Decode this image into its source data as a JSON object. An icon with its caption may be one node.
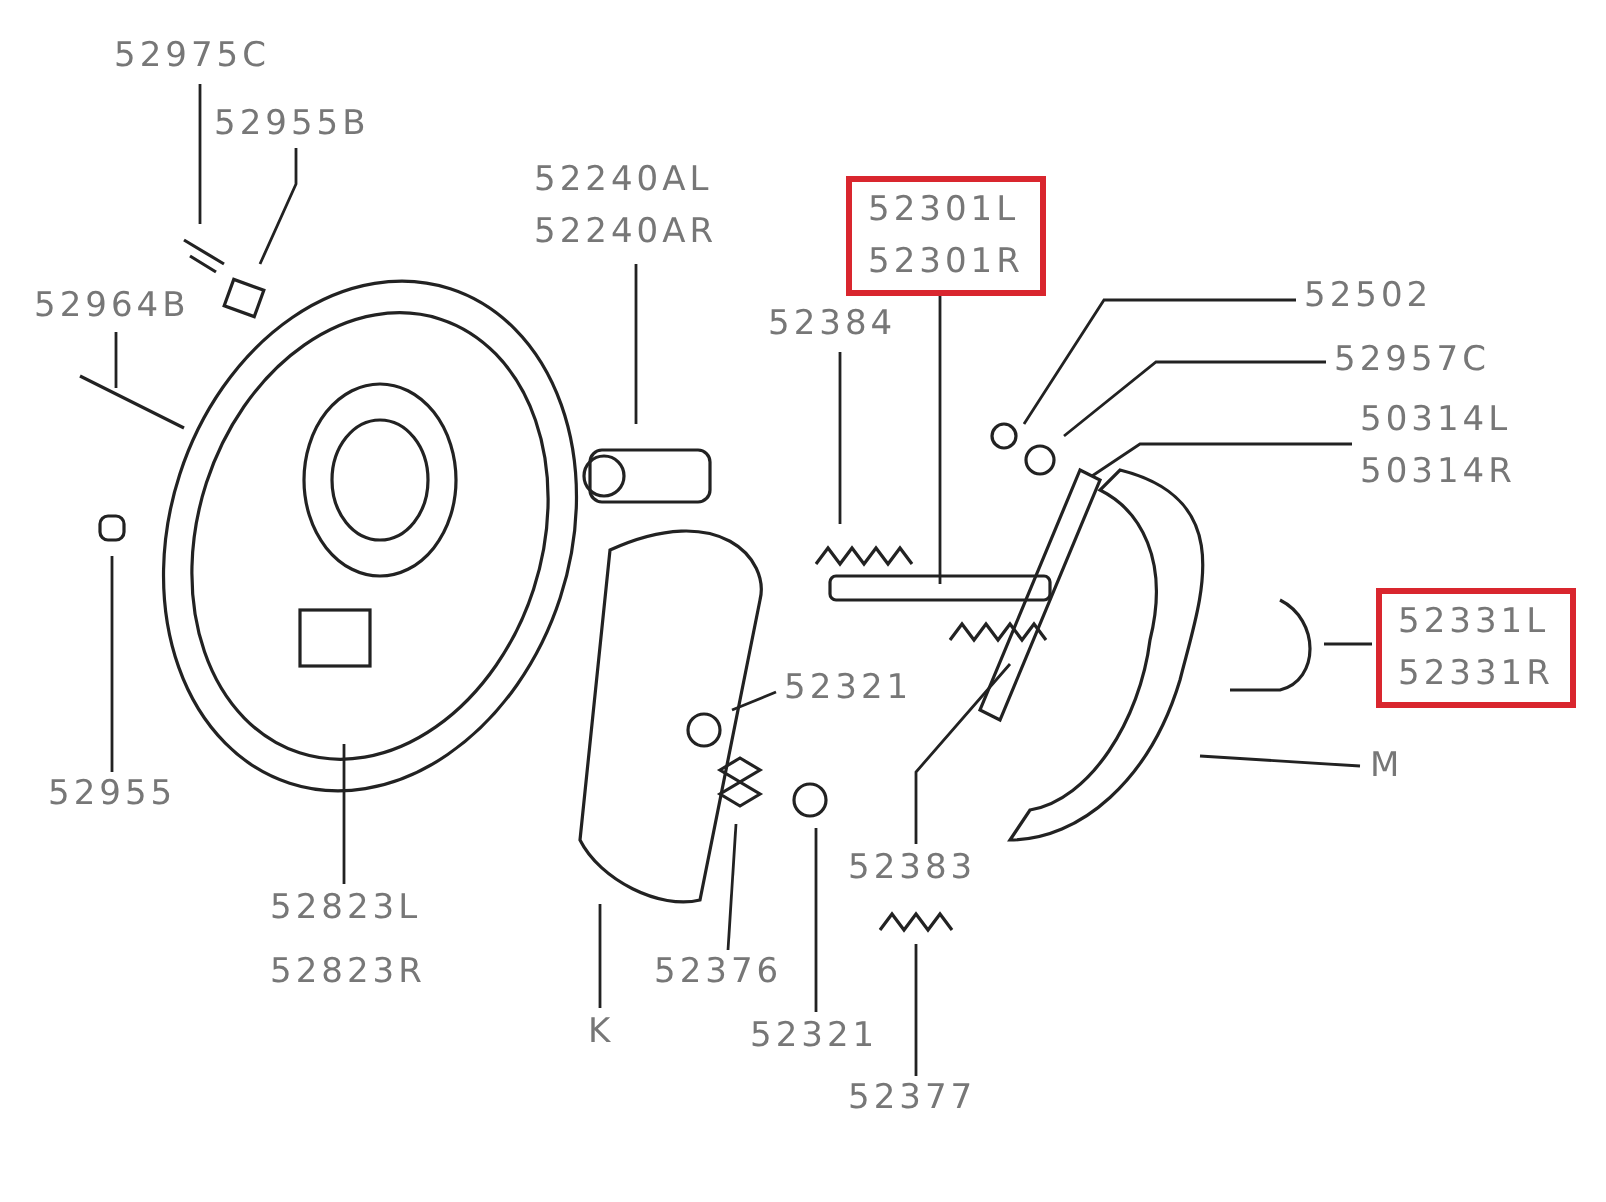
{
  "diagram": {
    "nodes": [
      {
        "text": [
          "52975C"
        ]
      },
      {
        "text": [
          "52955B"
        ]
      },
      {
        "text": [
          "52240AL",
          "52240AR"
        ]
      },
      {
        "text": [
          "52301L",
          "52301R"
        ]
      },
      {
        "text": [
          "52964B"
        ]
      },
      {
        "text": [
          "52384"
        ]
      },
      {
        "text": [
          "52502"
        ]
      },
      {
        "text": [
          "52957C"
        ]
      },
      {
        "text": [
          "50314L",
          "50314R"
        ]
      },
      {
        "text": [
          "52331L",
          "52331R"
        ]
      },
      {
        "text": [
          "52321"
        ]
      },
      {
        "text": [
          "M"
        ]
      },
      {
        "text": [
          "52955"
        ]
      },
      {
        "text": [
          "52383"
        ]
      },
      {
        "text": [
          "52823L",
          "52823R"
        ]
      },
      {
        "text": [
          "52376"
        ]
      },
      {
        "text": [
          "K"
        ]
      },
      {
        "text": [
          "52321"
        ]
      },
      {
        "text": [
          "52377"
        ]
      }
    ],
    "edges": [
      {
        "from": 0,
        "to": null,
        "arrow": "none"
      },
      {
        "from": 1,
        "to": null,
        "arrow": "none"
      },
      {
        "from": 2,
        "to": null,
        "arrow": "none"
      },
      {
        "from": 3,
        "to": null,
        "arrow": "none"
      },
      {
        "from": 4,
        "to": null,
        "arrow": "none"
      },
      {
        "from": 5,
        "to": null,
        "arrow": "none"
      },
      {
        "from": 6,
        "to": null,
        "arrow": "none"
      },
      {
        "from": 7,
        "to": null,
        "arrow": "none"
      },
      {
        "from": 8,
        "to": null,
        "arrow": "none"
      },
      {
        "from": 9,
        "to": null,
        "arrow": "none"
      },
      {
        "from": 10,
        "to": null,
        "arrow": "none"
      },
      {
        "from": 11,
        "to": null,
        "arrow": "none"
      },
      {
        "from": 12,
        "to": null,
        "arrow": "none"
      },
      {
        "from": 13,
        "to": null,
        "arrow": "none"
      },
      {
        "from": 14,
        "to": null,
        "arrow": "none"
      },
      {
        "from": 15,
        "to": null,
        "arrow": "none"
      },
      {
        "from": 16,
        "to": null,
        "arrow": "none"
      },
      {
        "from": 17,
        "to": null,
        "arrow": "none"
      },
      {
        "from": 18,
        "to": null,
        "arrow": "none"
      }
    ]
  }
}
